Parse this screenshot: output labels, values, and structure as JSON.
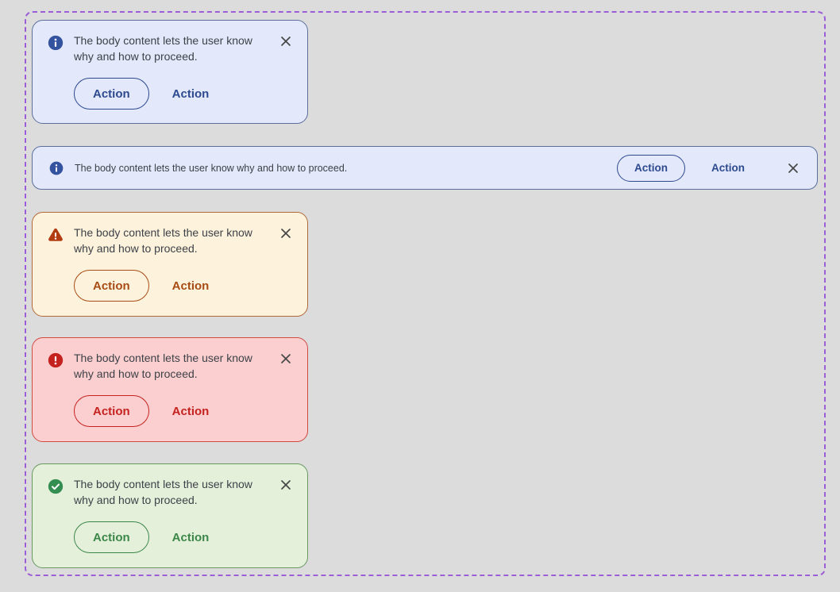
{
  "page": {
    "background_color": "#dcdcdd",
    "frame_border_color": "#9c5ed6"
  },
  "alerts": [
    {
      "variant": "info",
      "layout": "card",
      "icon": "info-icon",
      "body": "The body content lets the user know why and how to proceed.",
      "primary_action": "Action",
      "secondary_action": "Action",
      "colors": {
        "background": "#e3e8fa",
        "border": "#5a6f9e",
        "icon": "#33539e",
        "action": "#2d4a8f",
        "text": "#3d4148",
        "close": "#444746"
      }
    },
    {
      "variant": "info",
      "layout": "banner",
      "icon": "info-icon",
      "body": "The body content lets the user know why and how to proceed.",
      "primary_action": "Action",
      "secondary_action": "Action",
      "colors": {
        "background": "#e3e8fa",
        "border": "#5a6f9e",
        "icon": "#33539e",
        "action": "#2d4a8f",
        "text": "#3d4148",
        "close": "#444746"
      }
    },
    {
      "variant": "warning",
      "layout": "card",
      "icon": "warning-icon",
      "body": "The body content lets the user know why and how to proceed.",
      "primary_action": "Action",
      "secondary_action": "Action",
      "colors": {
        "background": "#fdf2dc",
        "border": "#b2693a",
        "icon": "#b23c12",
        "action": "#a64c14",
        "text": "#3d4148",
        "close": "#444746"
      }
    },
    {
      "variant": "error",
      "layout": "card",
      "icon": "error-icon",
      "body": "The body content lets the user know why and how to proceed.",
      "primary_action": "Action",
      "secondary_action": "Action",
      "colors": {
        "background": "#fbcfcf",
        "border": "#d04a40",
        "icon": "#c5221f",
        "action": "#c5221f",
        "text": "#3d4148",
        "close": "#444746"
      }
    },
    {
      "variant": "success",
      "layout": "card",
      "icon": "success-icon",
      "body": "The body content lets the user know why and how to proceed.",
      "primary_action": "Action",
      "secondary_action": "Action",
      "colors": {
        "background": "#e5f0db",
        "border": "#67985f",
        "icon": "#348e52",
        "action": "#3b8749",
        "text": "#3d4148",
        "close": "#444746"
      }
    }
  ]
}
